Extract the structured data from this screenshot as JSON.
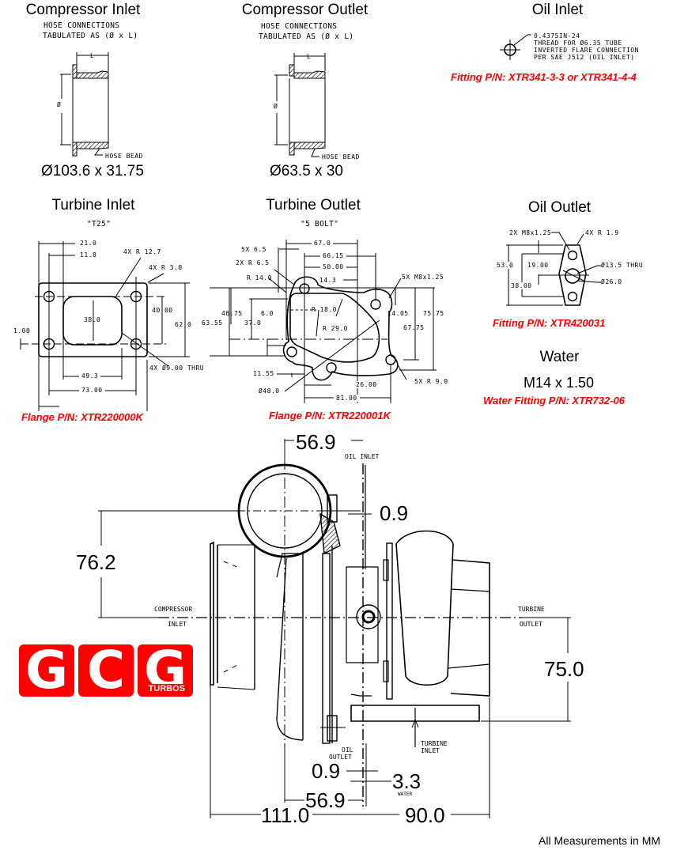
{
  "compressor_inlet": {
    "title": "Compressor Inlet",
    "note_line1": "HOSE CONNECTIONS",
    "note_line2": "TABULATED AS (Ø x L)",
    "length_label": "L",
    "diameter_symbol": "Ø",
    "hose_bead_label": "HOSE BEAD",
    "size": "Ø103.6 x 31.75"
  },
  "compressor_outlet": {
    "title": "Compressor Outlet",
    "note_line1": "HOSE CONNECTIONS",
    "note_line2": "TABULATED AS (Ø x L)",
    "length_label": "L",
    "diameter_symbol": "Ø",
    "hose_bead_label": "HOSE BEAD",
    "size": "Ø63.5 x 30"
  },
  "oil_inlet": {
    "title": "Oil Inlet",
    "spec_lines": [
      "0.4375IN-24",
      "THREAD FOR Ø6.35 TUBE",
      "INVERTED FLARE CONNECTION",
      "PER SAE J512 (OIL INLET)"
    ],
    "part_number": "Fitting P/N: XTR341-3-3 or XTR341-4-4"
  },
  "turbine_inlet": {
    "title": "Turbine Inlet",
    "subtitle": "\"T25\"",
    "dims": {
      "d21": "21.0",
      "d11_8": "11.8",
      "r12_7": "4X R 12.7",
      "r3": "4X R 3.0",
      "d40": "40.00",
      "d38": "38.0",
      "d62": "62.0",
      "d1": "1.00",
      "holes": "4X Ø9.00 THRU",
      "d49_3": "49.3",
      "d73": "73.00"
    },
    "part_number": "Flange P/N: XTR220000K"
  },
  "turbine_outlet": {
    "title": "Turbine Outlet",
    "subtitle": "\"5 BOLT\"",
    "dims": {
      "d67": "67.0",
      "d6_5": "5X 6.5",
      "d66_15": "66.15",
      "r6_5": "2X R 6.5",
      "d50": "50.00",
      "r14": "R 14.0",
      "d14_3": "14.3",
      "m8": "5X M8x1.25",
      "d63_55": "63.55",
      "d46_75": "46.75",
      "d37": "37.0",
      "d6": "6.0",
      "r18": "R 18.0",
      "r29": "R 29.0",
      "d14_05": "14.05",
      "d67_75": "67.75",
      "d75_75": "75.75",
      "d11_55": "11.55",
      "r9": "5X R 9.0",
      "d48": "Ø48.0",
      "d26": "26.00",
      "d81": "81.00"
    },
    "part_number": "Flange P/N: XTR220001K"
  },
  "oil_outlet": {
    "title": "Oil Outlet",
    "dims": {
      "m8": "2X M8x1.25",
      "r1_9": "4X R 1.9",
      "d53": "53.0",
      "d19": "19.00",
      "d13_5": "Ø13.5 THRU",
      "d38": "38.00",
      "d26": "Ø26.0"
    },
    "part_number": "Fitting P/N: XTR420031"
  },
  "water": {
    "title": "Water",
    "size": "M14 x 1.50",
    "part_number": "Water Fitting P/N: XTR732-06"
  },
  "main_view": {
    "dim_top_56_9": "56.9",
    "oil_inlet_label": "OIL INLET",
    "dim_0_9_top": "0.9",
    "dim_76_2": "76.2",
    "compressor_inlet_label_1": "COMPRESSOR",
    "compressor_inlet_label_2": "INLET",
    "turbine_outlet_label_1": "TURBINE",
    "turbine_outlet_label_2": "OUTLET",
    "dim_75": "75.0",
    "oil_outlet_label_1": "OIL",
    "oil_outlet_label_2": "OUTLET",
    "turbine_inlet_label_1": "TURBINE",
    "turbine_inlet_label_2": "INLET",
    "dim_0_9_bottom": "0.9",
    "dim_3_3": "3.3",
    "water_label": "WATER",
    "dim_56_9_bottom": "56.9",
    "dim_111": "111.0",
    "dim_90": "90.0"
  },
  "logo": {
    "letters": [
      "G",
      "C",
      "G"
    ],
    "sub": "TURBOS",
    "color": "#ff0000"
  },
  "footer": "All Measurements in MM",
  "colors": {
    "part_number": "#ff0000",
    "line": "#000000"
  }
}
